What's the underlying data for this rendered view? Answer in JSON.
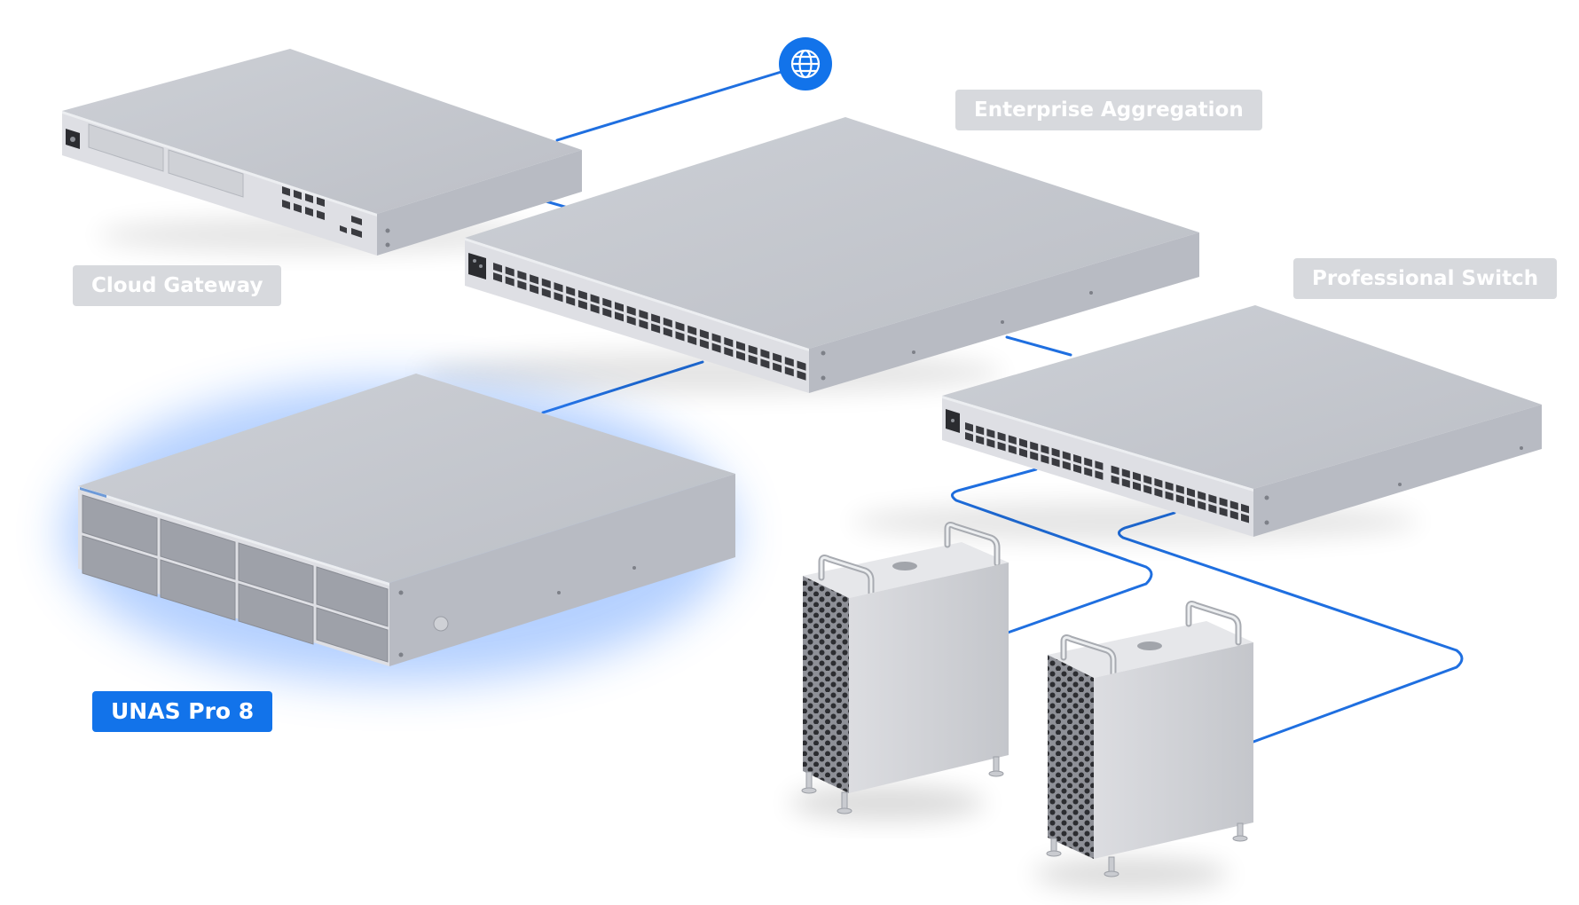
{
  "labels": {
    "enterprise_aggregation": "Enterprise Aggregation",
    "cloud_gateway": "Cloud Gateway",
    "professional_switch": "Professional Switch",
    "unas_pro_8": "UNAS Pro 8"
  },
  "icons": {
    "internet": "globe-icon"
  },
  "colors": {
    "link_line": "#1f6fe0",
    "internet_badge": "#1273ea",
    "label_bg": "#d7d9dd",
    "label_text": "#ffffff",
    "highlight_label_bg": "#1273ea",
    "device_top": "#c6c9d0",
    "device_front": "#dddfe4",
    "device_side": "#b9bcc4",
    "glow": "#3d86ff"
  }
}
